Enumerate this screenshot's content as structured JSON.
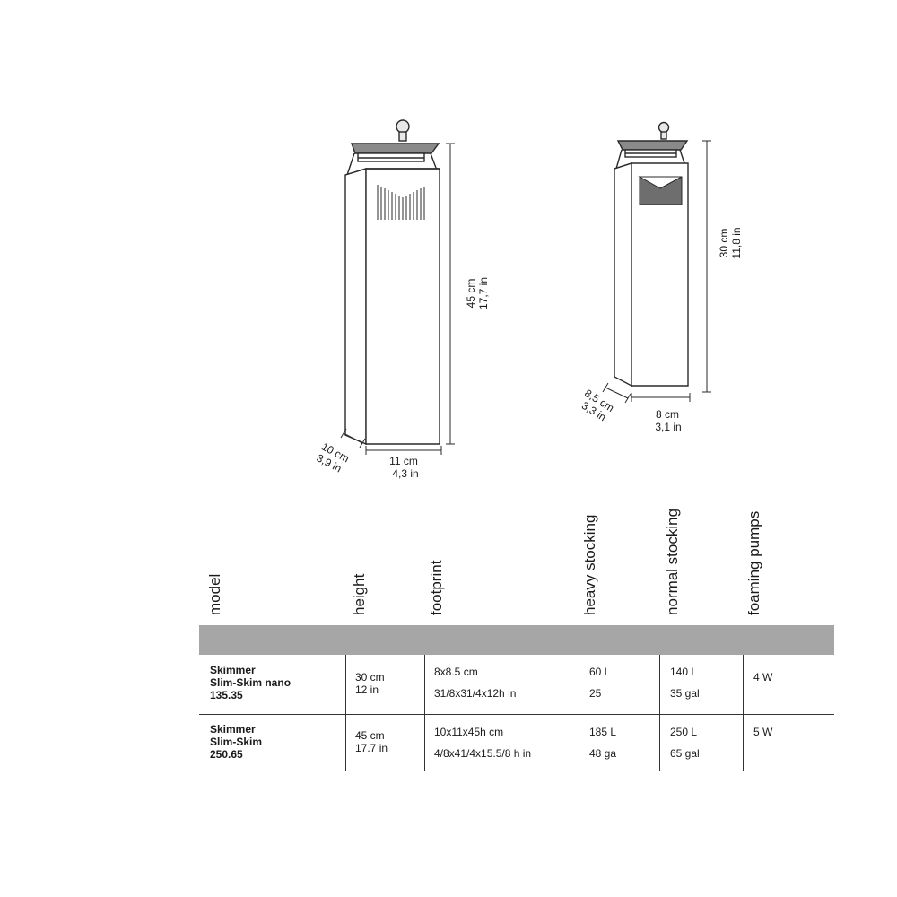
{
  "dimensions": {
    "large": {
      "height_cm": "45 cm",
      "height_in": "17,7 in",
      "depth_cm": "10 cm",
      "depth_in": "3,9 in",
      "width_cm": "11 cm",
      "width_in": "4,3 in"
    },
    "small": {
      "height_cm": "30 cm",
      "height_in": "11,8 in",
      "depth_cm": "8,5 cm",
      "depth_in": "3,3 in",
      "width_cm": "8 cm",
      "width_in": "3,1 in"
    }
  },
  "table": {
    "headers": [
      "model",
      "height",
      "footprint",
      "heavy stocking",
      "normal stocking",
      "foaming pumps"
    ],
    "rows": [
      {
        "model": [
          "Skimmer",
          "Slim-Skim nano",
          "135.35"
        ],
        "height": [
          "30 cm",
          "12 in"
        ],
        "footprint": [
          "8x8.5 cm",
          "31/8x31/4x12h in"
        ],
        "heavy": [
          "60 L",
          "25"
        ],
        "normal": [
          "140 L",
          "35 gal"
        ],
        "pumps": [
          "4 W"
        ]
      },
      {
        "model": [
          "Skimmer",
          "Slim-Skim",
          "250.65"
        ],
        "height": [
          "45 cm",
          "17.7 in"
        ],
        "footprint": [
          "10x11x45h cm",
          "4/8x41/4x15.5/8 h in"
        ],
        "heavy": [
          "185 L",
          "48 ga"
        ],
        "normal": [
          "250 L",
          "65 gal"
        ],
        "pumps": [
          "5 W"
        ]
      }
    ]
  }
}
